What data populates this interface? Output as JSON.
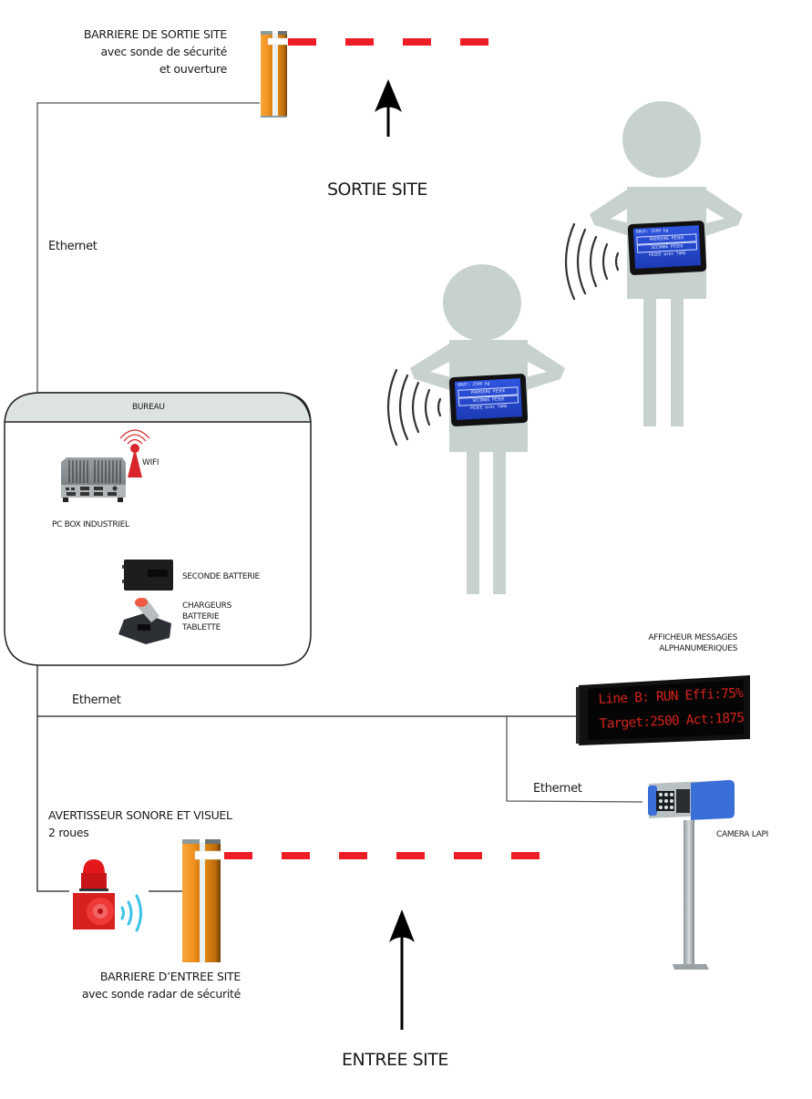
{
  "colors": {
    "barrier_orange": "#f59a23",
    "barrier_dark": "#c2700f",
    "boom_red": "#ee1c25",
    "person_grey": "#c7d2d0",
    "bureau_header": "#dde3df",
    "tablet_screen": "#2244c8",
    "wifi_red": "#d9262c",
    "signal_cyan": "#3cc4e8",
    "camera_blue": "#3a6fd8",
    "led_red": "#d2231b"
  },
  "exit": {
    "barrier_title": "BARRIERE DE SORTIE SITE",
    "barrier_line2": "avec sonde de sécurité",
    "barrier_line3": "et ouverture",
    "direction_label": "SORTIE SITE"
  },
  "entry": {
    "barrier_title": "BARRIERE D’ENTREE SITE",
    "barrier_line2": "avec sonde radar de sécurité",
    "direction_label": "ENTREE SITE"
  },
  "connections": {
    "ethernet_top": "Ethernet",
    "ethernet_middle": "Ethernet",
    "ethernet_camera": "Ethernet"
  },
  "bureau": {
    "title": "BUREAU",
    "pc_label": "PC BOX INDUSTRIEL",
    "wifi_label": "WIFI",
    "battery_label": "SECONDE BATTERIE",
    "charger_line1": "CHARGEURS",
    "charger_line2": "BATTERIE",
    "charger_line3": "TABLETTE"
  },
  "tablet_screen": {
    "weight_label": "BRUT:",
    "weight_value": "2500 kg",
    "buttons": [
      "PREMIERE PESEE",
      "SECONDE PESEE",
      "PESEE avec TARE"
    ]
  },
  "display": {
    "label_line1": "AFFICHEUR MESSAGES",
    "label_line2": "ALPHANUMERIQUES",
    "row1": "Line B: RUN Effi:75%",
    "row2": "Target:2500 Act:1875"
  },
  "camera": {
    "label": "CAMERA LAPI"
  },
  "alarm": {
    "label_line1": "AVERTISSEUR SONORE ET VISUEL",
    "label_line2": "2 roues"
  }
}
